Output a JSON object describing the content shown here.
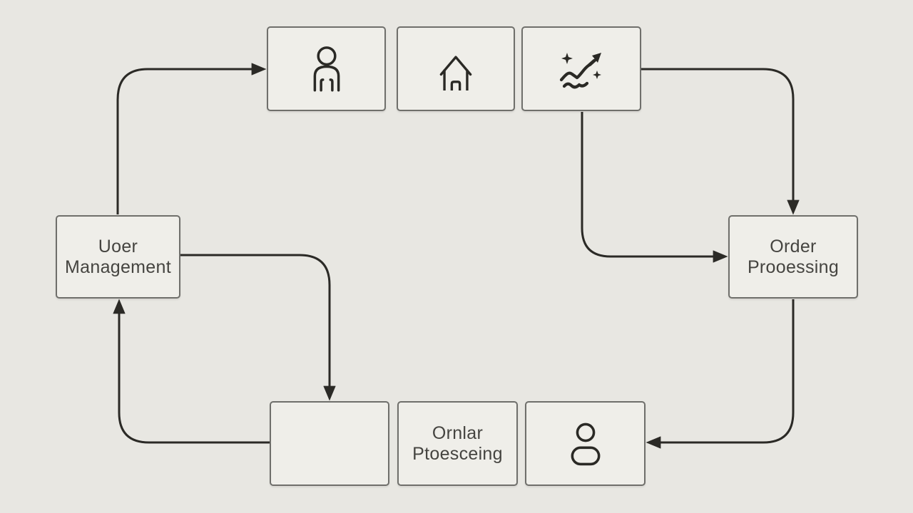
{
  "diagram": {
    "colors": {
      "background": "#e8e7e2",
      "box_fill": "#efeee9",
      "box_border": "#6f6f6b",
      "arrow": "#2b2a26",
      "text": "#454440",
      "icon": "#2a2925"
    },
    "nodes": {
      "top_user": {
        "icon": "user-icon",
        "label": ""
      },
      "top_home": {
        "icon": "home-icon",
        "label": ""
      },
      "top_chart": {
        "icon": "growth-chart-icon",
        "label": ""
      },
      "user_management": {
        "label": "Uoer\nManagement"
      },
      "order_processing": {
        "label": "Order\nProoessing"
      },
      "bottom_blank": {
        "label": ""
      },
      "bottom_text": {
        "label": "Ornlar\nPtoesceing"
      },
      "bottom_user": {
        "icon": "person-icon",
        "label": ""
      }
    },
    "connections": [
      {
        "from": "user_management",
        "to": "top_user",
        "via": "up-then-right"
      },
      {
        "from": "top_chart",
        "to": "order_processing",
        "via": "right-then-down"
      },
      {
        "from": "top_chart",
        "to": "order_processing",
        "via": "down-then-right"
      },
      {
        "from": "user_management",
        "to": "bottom_blank",
        "via": "right-then-down"
      },
      {
        "from": "bottom_blank",
        "to": "user_management",
        "via": "left-then-up"
      },
      {
        "from": "order_processing",
        "to": "bottom_user",
        "via": "down-then-left"
      }
    ]
  }
}
